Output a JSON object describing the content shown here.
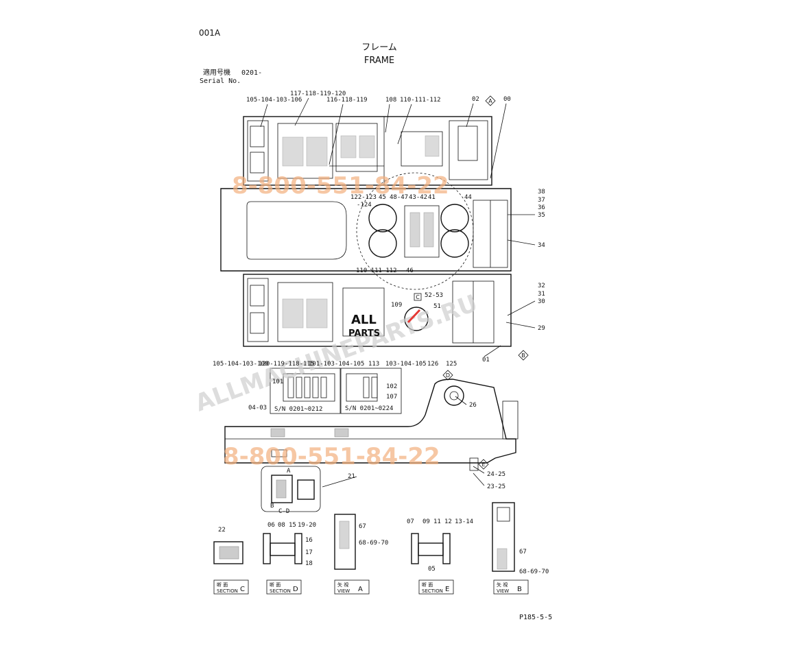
{
  "header": {
    "sheet_id": "001A",
    "title_jp": "フレーム",
    "title_en": "FRAME",
    "serial_jp": "適用号機",
    "serial_value": "0201-",
    "serial_en": "Serial No."
  },
  "callouts": {
    "c1": "105-104-103-106",
    "c2": "117-118-119-120",
    "c3": "116-118-119",
    "c4": "108",
    "c5": "110-111-112",
    "c6": "02",
    "c7": "00",
    "c8": "122-123",
    "c9": "-124",
    "c10": "45",
    "c11": "48-47",
    "c12": "43-42",
    "c13": "41",
    "c14": "44",
    "c15": "38",
    "c16": "37",
    "c17": "36",
    "c18": "35",
    "c19": "34",
    "c20": "46",
    "c21": "110-111-112",
    "c22": "32",
    "c23": "31",
    "c24": "30",
    "c25": "52-53",
    "c26": "51",
    "c27": "109",
    "c28": "29",
    "c29": "105-104-103-100",
    "c30": "120-119-118-115",
    "c31": "101-103-104-105",
    "c32": "113",
    "c33": "103-104-105",
    "c34": "126",
    "c35": "125",
    "c36": "01",
    "c37": "101",
    "c38": "102",
    "c39": "107",
    "c40": "S/N 0201~0212",
    "c41": "S/N 0201~0224",
    "c42": "26",
    "c43": "04-03",
    "c44": "21",
    "c45": "24-25",
    "c46": "23-25",
    "c47": "A",
    "c48": "B",
    "c49": "C-D",
    "c50": "22",
    "c51": "06",
    "c52": "08",
    "c53": "15",
    "c54": "19-20",
    "c55": "16",
    "c56": "17",
    "c57": "18",
    "c58": "67",
    "c59": "68-69-70",
    "c60": "07",
    "c61": "09",
    "c62": "11",
    "c63": "12",
    "c64": "13-14",
    "c65": "05",
    "c66": "67",
    "c67": "68-69-70"
  },
  "view_markers": {
    "A": "A",
    "B": "B",
    "C": "C",
    "D": "D",
    "E": "E"
  },
  "section_labels": [
    {
      "jp": "断 面",
      "en": "SECTION",
      "letter": "C"
    },
    {
      "jp": "断 面",
      "en": "SECTION",
      "letter": "D"
    },
    {
      "jp": "矢 視",
      "en": "VIEW",
      "letter": "A"
    },
    {
      "jp": "断 面",
      "en": "SECTION",
      "letter": "E"
    },
    {
      "jp": "矢 視",
      "en": "VIEW",
      "letter": "B"
    }
  ],
  "footer": {
    "page_ref": "P185-5-5"
  },
  "watermarks": {
    "phone_top": "8-800-551-84-22",
    "phone_bottom": "8-800-551-84-22",
    "site": "ALLMACHINEPARTS.RU",
    "logo_line1": "ALL",
    "logo_line2": "PARTS"
  },
  "colors": {
    "line": "#111111",
    "watermark_phone": "#f3b07e",
    "watermark_site": "#cfcfcf",
    "logo_arrow": "#e53935"
  }
}
